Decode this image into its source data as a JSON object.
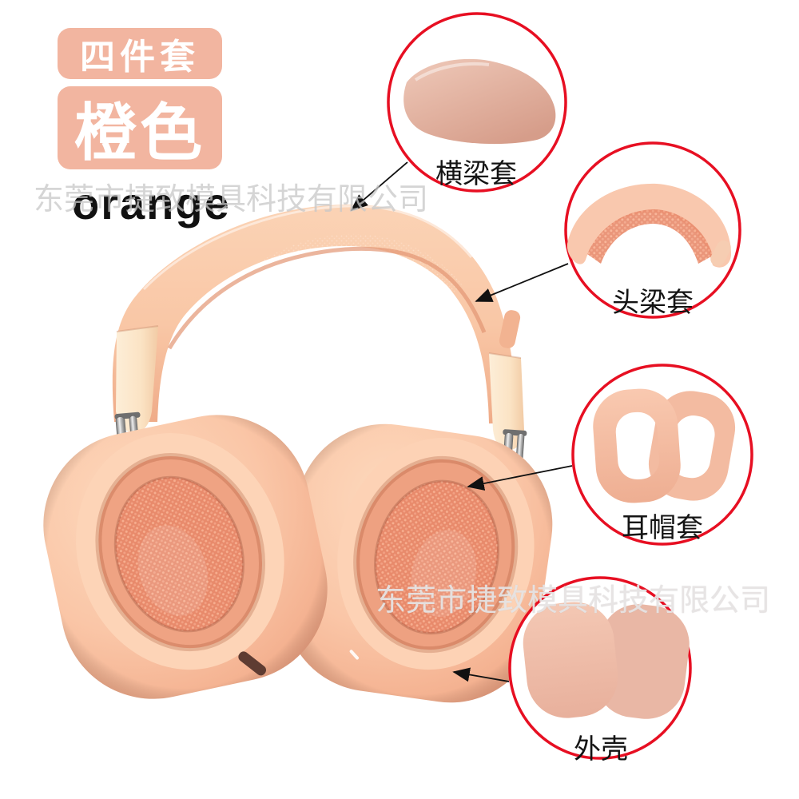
{
  "image_type": "product-listing-photo",
  "product": {
    "badge_set_label": "四件套",
    "badge_color_label": "橙色",
    "color_name_en": "orange",
    "subject": "silicone cover set for over-ear headphones"
  },
  "watermark": {
    "text": "东莞市捷致模具科技有限公司"
  },
  "callouts": [
    {
      "id": "beam-cover",
      "label": "横梁套"
    },
    {
      "id": "headband-cover",
      "label": "头梁套"
    },
    {
      "id": "ear-cap-cover",
      "label": "耳帽套"
    },
    {
      "id": "outer-shell",
      "label": "外壳"
    }
  ],
  "colors": {
    "callout_ring_red": "#e70f22",
    "badge_background": "#f2b5a0",
    "badge_text": "#ffffff",
    "product_peach": "#f8c3a4",
    "mesh_salmon": "#e98b6d",
    "pale_band_end": "#fbe3c6",
    "watermark_gray": "#c8c8c8",
    "text_black": "#111111"
  }
}
